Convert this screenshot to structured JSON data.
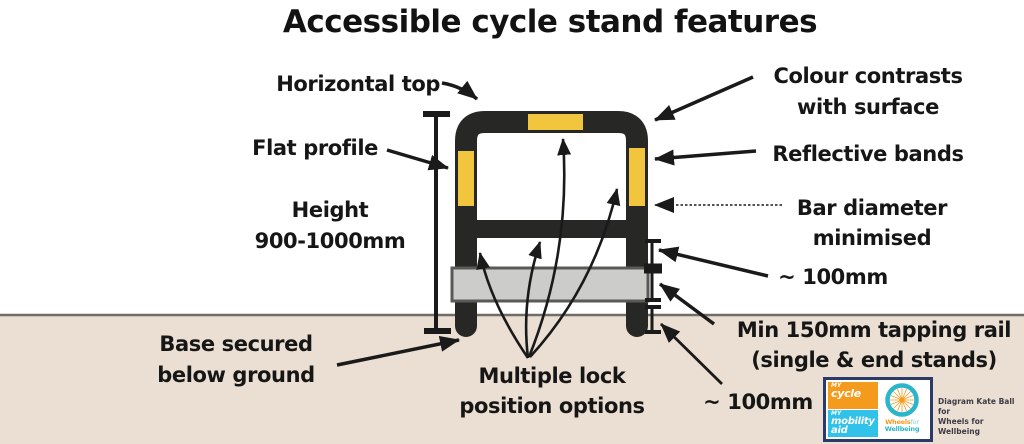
{
  "title": "Accessible cycle stand features",
  "annotations": {
    "horizontal_top": "Horizontal top",
    "flat_profile": "Flat profile",
    "height_line1": "Height",
    "height_line2": "900-1000mm",
    "base_secured_line1": "Base secured",
    "base_secured_line2": "below ground",
    "multiple_lock_line1": "Multiple lock",
    "multiple_lock_line2": "position options",
    "colour_contrasts_line1": "Colour contrasts",
    "colour_contrasts_line2": "with surface",
    "reflective_bands": "Reflective bands",
    "bar_diameter_line1": "Bar diameter",
    "bar_diameter_line2": "minimised",
    "approx_100mm_upper": "~ 100mm",
    "tapping_rail_line1": "Min 150mm tapping rail",
    "tapping_rail_line2": "(single & end stands)",
    "approx_100mm_lower": "~ 100mm"
  },
  "logo": {
    "cycle_prefix": "MY",
    "cycle_word": "cycle",
    "mobility_prefix": "MY",
    "mobility_word": "mobility",
    "aid_word": "aid",
    "wheel_word1": "Wheels",
    "wheel_word2": "for",
    "wheel_word3": "Wellbeing",
    "credit_line1": "Diagram Kate Ball for",
    "credit_line2": "Wheels for Wellbeing"
  },
  "colors": {
    "stand_black": "#272725",
    "reflective_yellow": "#f2c53e",
    "rail_gray": "#ccccca",
    "rail_outline": "#595957",
    "ground_beige": "#eadfd2",
    "ground_line": "#6e6e66",
    "arrow_black": "#1a1a1a",
    "logo_orange": "#f49a1c",
    "logo_cyan": "#31c2e9",
    "logo_navy": "#2b3a69",
    "wheel_teal": "#2bb5c9"
  }
}
